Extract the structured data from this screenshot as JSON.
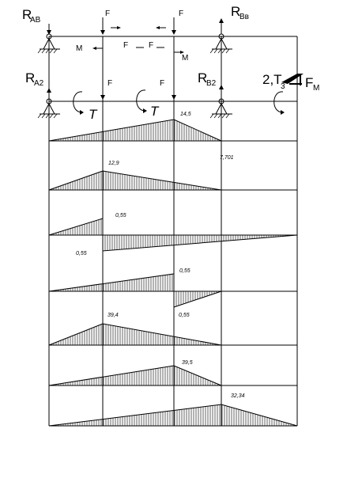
{
  "forces": {
    "ra_top": {
      "main": "R",
      "sub": "AB"
    },
    "rb_top": {
      "main": "R",
      "sub": "Bв"
    },
    "ra_mid": {
      "main": "R",
      "sub": "A2"
    },
    "rb_mid": {
      "main": "R",
      "sub": "B2"
    },
    "f_top_1": "F",
    "f_top_2": "F",
    "f_mid_1": "F",
    "f_mid_2": "F",
    "f_mid_3": "F",
    "f_mid_4": "F",
    "m_left": "M",
    "m_right": "M",
    "torque_1": "T",
    "torque_2": "T",
    "torque_3": "2,T",
    "torque_3_sub": "3",
    "fm": {
      "main": "F",
      "sub": "M"
    }
  },
  "diagram_values": {
    "d1_peak": "14,5",
    "d2_right": "7,701",
    "d2_peak": "12,9",
    "d3_peak": "0,55",
    "d4_left": "0,55",
    "d4_right": "0,55",
    "d5_peak": "39,4",
    "d5_right": "0,55",
    "d6_peak": "39,5",
    "d7_peak": "32,34"
  }
}
